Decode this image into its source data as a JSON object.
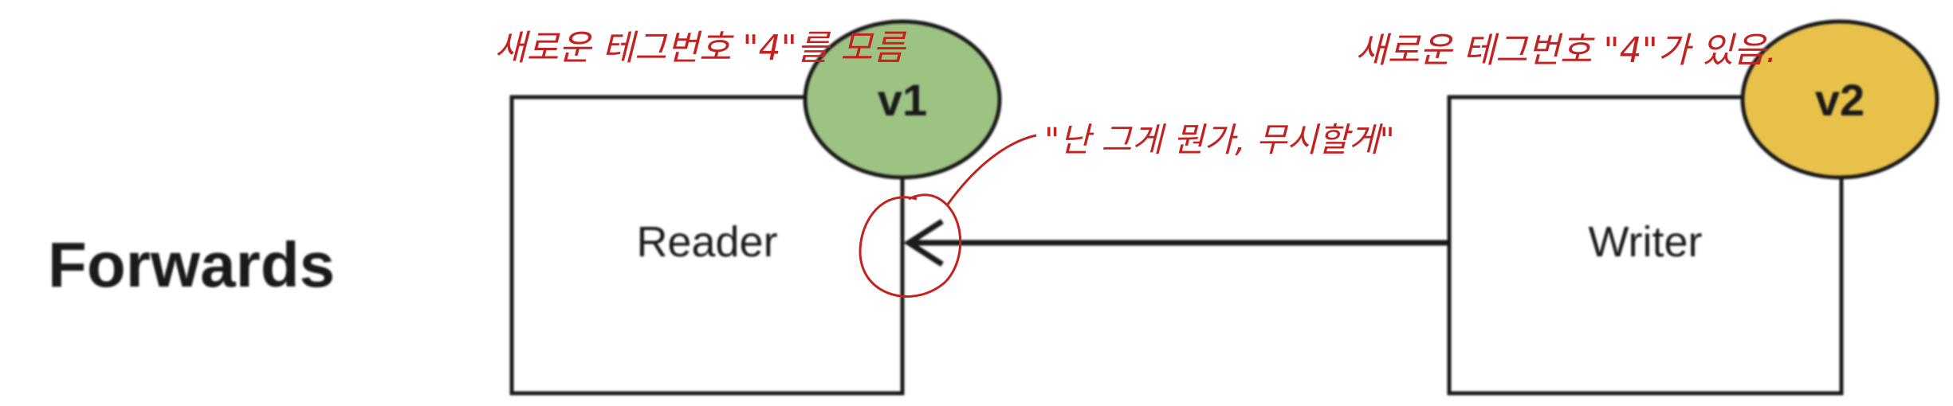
{
  "title": "Forwards",
  "colors": {
    "stroke": "#1a1a1a",
    "v1_fill": "#9dc383",
    "v2_fill": "#e8c14a",
    "annotation": "#c42121"
  },
  "nodes": {
    "reader": {
      "label": "Reader",
      "version_label": "v1",
      "annotation": "새로운 테그번호 \"4\"를 모름"
    },
    "writer": {
      "label": "Writer",
      "version_label": "v2",
      "annotation": "새로운 테그번호 \"4\"가 있음."
    }
  },
  "edge": {
    "from": "writer",
    "to": "reader",
    "annotation": "\"난 그게 뭔가, 무시할게\""
  }
}
